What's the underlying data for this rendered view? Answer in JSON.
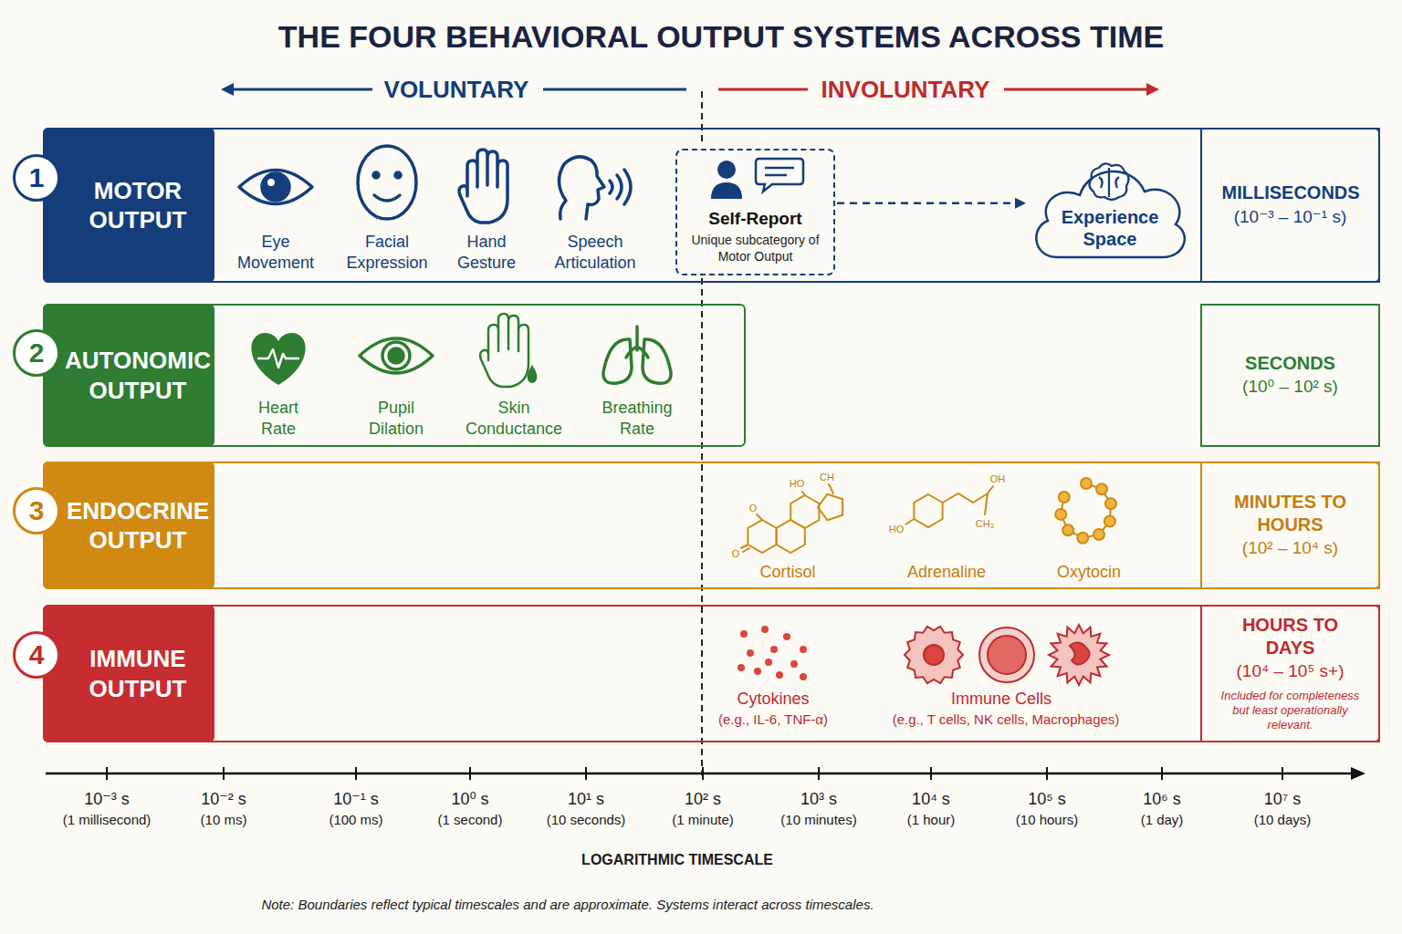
{
  "diagram": {
    "title": "THE FOUR BEHAVIORAL OUTPUT SYSTEMS ACROSS TIME",
    "caption": "Note: Boundaries reflect typical timescales and are approximate. Systems interact across timescales.",
    "nodes": [
      {
        "text": [
          "MOTOR OUTPUT"
        ]
      },
      {
        "text": [
          "1"
        ],
        "in": 0
      },
      {
        "text": [
          "Self-Report",
          "Unique subcategory of Motor Output"
        ],
        "in": 0
      },
      {
        "text": [
          "Experience Space"
        ],
        "in": 0
      },
      {
        "text": [
          "MILLISECONDS",
          "(10⁻³ – 10⁻¹ s)"
        ],
        "in": 0
      },
      {
        "text": [
          "AUTONOMIC OUTPUT"
        ]
      },
      {
        "text": [
          "2"
        ],
        "in": 5
      },
      {
        "text": [
          "SECONDS",
          "(10⁰ – 10² s)"
        ]
      },
      {
        "text": [
          "ENDOCRINE OUTPUT"
        ]
      },
      {
        "text": [
          "3"
        ],
        "in": 8
      },
      {
        "text": [
          "MINUTES TO HOURS",
          "(10² – 10⁴ s)"
        ],
        "in": 8
      },
      {
        "text": [
          "IMMUNE OUTPUT"
        ]
      },
      {
        "text": [
          "4"
        ],
        "in": 11
      },
      {
        "text": [
          "HOURS TO DAYS",
          "(10⁴ – 10⁵ s+)",
          "Included for completeness but least operationally relevant."
        ],
        "in": 11
      }
    ],
    "edges": [
      {
        "from": 2,
        "to": 3,
        "arrow": "to"
      }
    ],
    "labels": [
      "VOLUNTARY",
      "INVOLUNTARY",
      "Eye Movement",
      "Facial Expression",
      "Hand Gesture",
      "Speech Articulation",
      "Heart Rate",
      "Pupil Dilation",
      "Skin Conductance",
      "Breathing Rate",
      "HO",
      "CH",
      "O",
      "O",
      "HO",
      "OH",
      "CH₃",
      "Cortisol",
      "Adrenaline",
      "Oxytocin",
      "Cytokines",
      "(e.g., IL-6, TNF-α)",
      "Immune Cells",
      "(e.g., T cells, NK cells, Macrophages)",
      "10⁻³ s",
      "(1 millisecond)",
      "10⁻² s",
      "(10 ms)",
      "10⁻¹ s",
      "(100 ms)",
      "10⁰ s",
      "(1 second)",
      "10¹ s",
      "(10 seconds)",
      "10² s",
      "(1 minute)",
      "10³ s",
      "(10 minutes)",
      "10⁴ s",
      "(1 hour)",
      "10⁵ s",
      "(10 hours)",
      "10⁶ s",
      "(1 day)",
      "10⁷ s",
      "(10 days)",
      "LOGARITHMIC TIMESCALE"
    ]
  }
}
